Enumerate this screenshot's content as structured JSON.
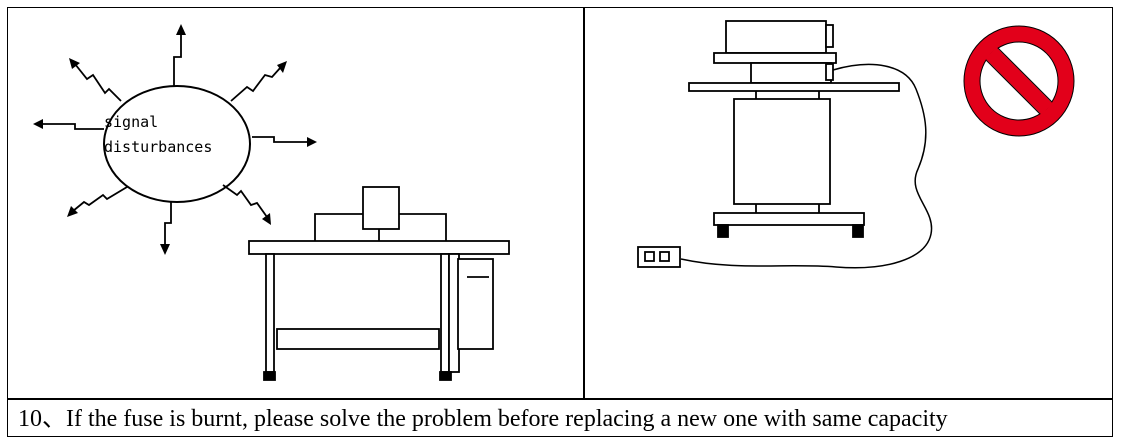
{
  "left_panel": {
    "bubble_label_line1": "signal",
    "bubble_label_line2": "disturbances"
  },
  "right_panel": {},
  "caption": {
    "text": "10、If the fuse is burnt, please solve the problem before replacing a new one with same capacity"
  },
  "colors": {
    "line": "#000000",
    "prohibition_red": "#e2001a",
    "background": "#ffffff"
  },
  "icons": [
    "signal-disturbance-bubble",
    "sewing-machine-table",
    "sewing-machine-on-stand",
    "power-outlet",
    "prohibition-icon"
  ]
}
